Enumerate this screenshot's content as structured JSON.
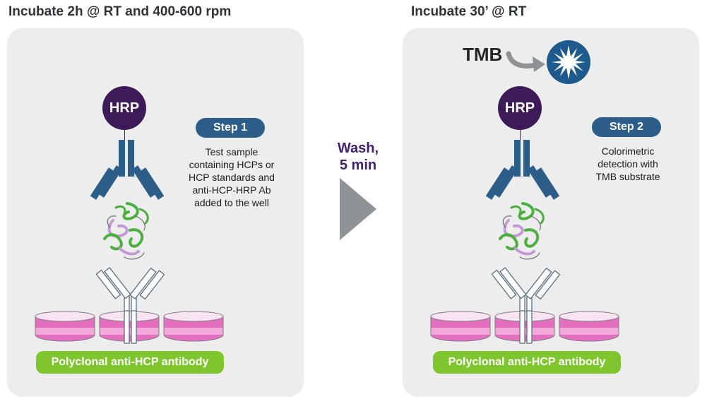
{
  "left": {
    "heading": "Incubate 2h @ RT and 400-600 rpm",
    "hrp_label": "HRP",
    "step_label": "Step 1",
    "step_lines": [
      "Test sample",
      "containing HCPs or",
      "HCP standards and",
      "anti-HCP-HRP Ab",
      "added to the well"
    ],
    "antibody_label": "Polyclonal anti-HCP antibody"
  },
  "middle": {
    "wash_lines": [
      "Wash,",
      "5 min"
    ]
  },
  "right": {
    "heading": "Incubate 30’ @ RT",
    "tmb_label": "TMB",
    "hrp_label": "HRP",
    "step_label": "Step 2",
    "step_lines": [
      "Colorimetric",
      "detection with",
      "TMB substrate"
    ],
    "antibody_label": "Polyclonal anti-HCP antibody"
  },
  "colors": {
    "hrp": "#3d1b58",
    "step_pill": "#2d5e8a",
    "antibody_detect": "#2d5e8a",
    "capture_pill": "#7fc62e",
    "well_liquid": "#e46fc0",
    "arrow": "#8f9294",
    "wash_text": "#40206a",
    "protein_green": "#4caf3f",
    "protein_pink": "#c49ad6"
  }
}
